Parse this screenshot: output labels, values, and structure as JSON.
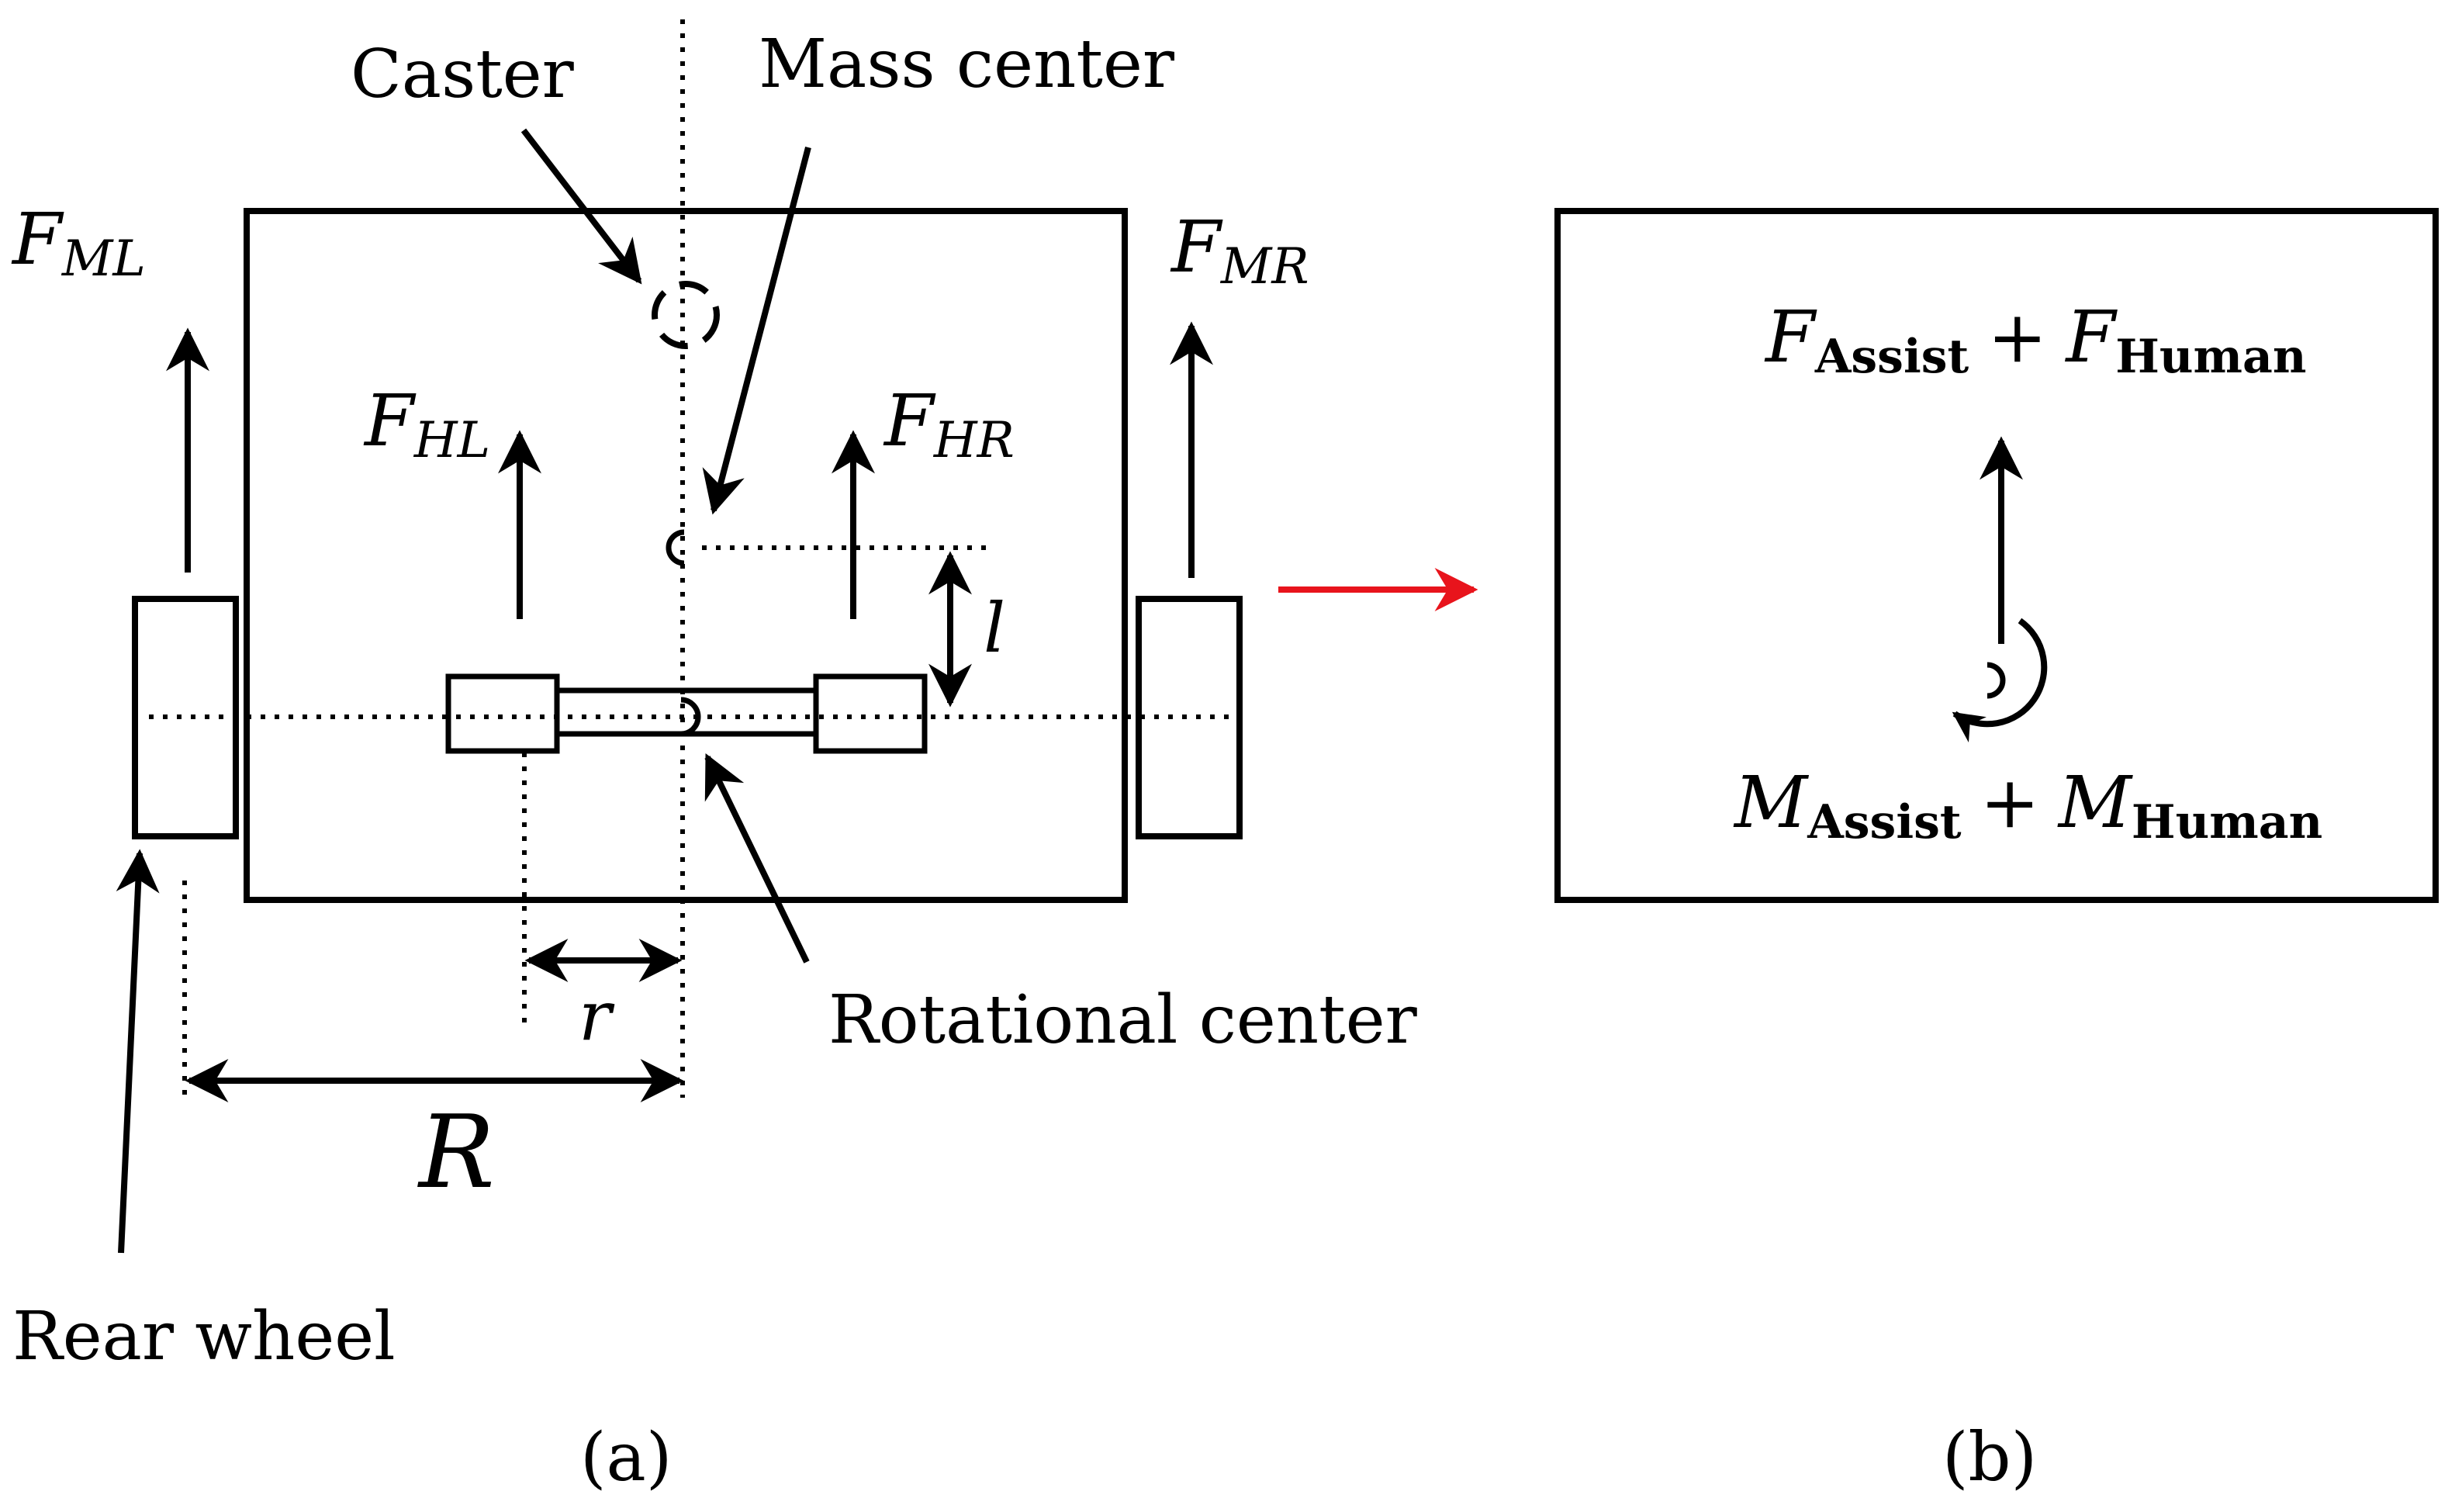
{
  "panel_a": {
    "caster_label": "Caster",
    "mass_center_label": "Mass center",
    "rotational_center_label": "Rotational center",
    "rear_wheel_label": "Rear wheel",
    "f_ml": {
      "symbol": "F",
      "subscript": "ML"
    },
    "f_mr": {
      "symbol": "F",
      "subscript": "MR"
    },
    "f_hl": {
      "symbol": "F",
      "subscript": "HL"
    },
    "f_hr": {
      "symbol": "F",
      "subscript": "HR"
    },
    "dim_l": "l",
    "dim_r": "r",
    "dim_R": "R",
    "caption": "(a)"
  },
  "panel_b": {
    "force_sum": {
      "symbol1": "F",
      "sub1": "Assist",
      "plus": "+",
      "symbol2": "F",
      "sub2": "Human"
    },
    "moment_sum": {
      "symbol1": "M",
      "sub1": "Assist",
      "plus": "+",
      "symbol2": "M",
      "sub2": "Human"
    },
    "caption": "(b)"
  },
  "colors": {
    "ink": "#000000",
    "transfer_arrow": "#e8141c"
  }
}
